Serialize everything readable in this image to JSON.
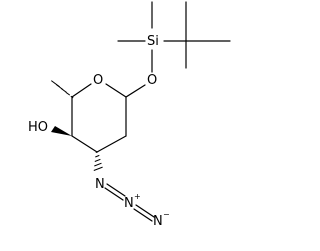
{
  "molecule": {
    "atoms": {
      "silicon": "Si",
      "ring_oxygen": "O",
      "ether_oxygen": "O",
      "hydroxyl": "HO",
      "azide_n1": "N",
      "azide_n2": "N",
      "azide_n2_charge": "+",
      "azide_n3": "N",
      "azide_n3_charge": "−"
    }
  }
}
